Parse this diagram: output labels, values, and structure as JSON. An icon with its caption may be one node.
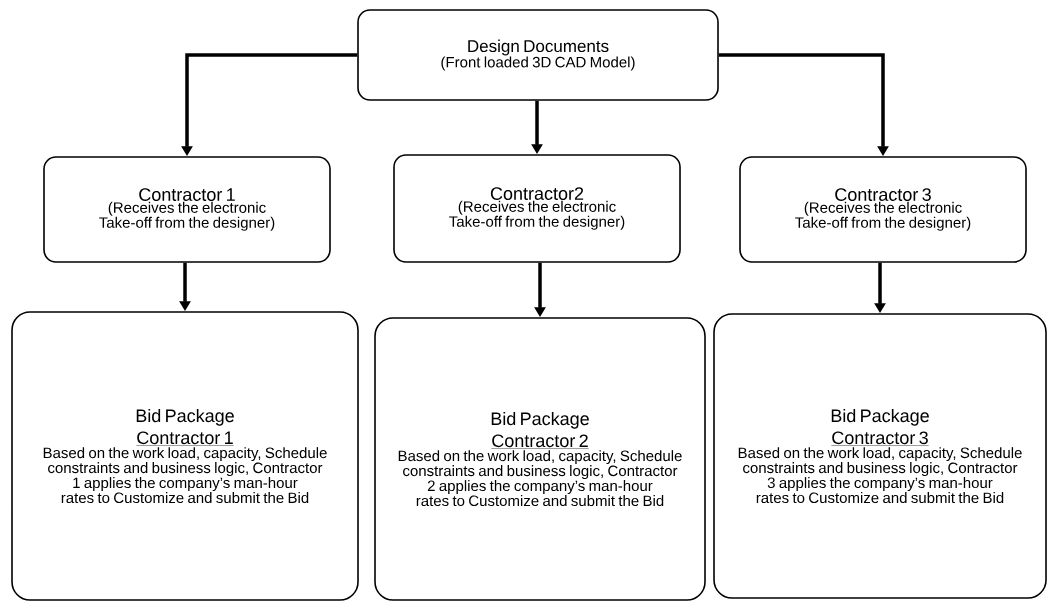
{
  "diagram": {
    "nodes": [
      {
        "text": [
          "Design Documents",
          "(Front loaded 3D CAD Model)"
        ]
      },
      {
        "text": [
          "Contractor 1",
          "(Receives the electronic Take-off from the designer)"
        ]
      },
      {
        "text": [
          "Contractor2",
          "(Receives the electronic Take-off from the designer)"
        ]
      },
      {
        "text": [
          "Contractor 3",
          "(Receives the electronic Take-off from the designer)"
        ]
      },
      {
        "text": [
          "Bid Package",
          "Contractor 1",
          "Based on the work load, capacity, Schedule constraints and business logic, Contractor 1 applies the company’s man-hour rates to Customize and submit the Bid"
        ]
      },
      {
        "text": [
          "Bid Package",
          "Contractor 2",
          "Based on the work load, capacity, Schedule constraints and business logic, Contractor 2 applies the company’s man-hour rates to Customize and submit the Bid"
        ]
      },
      {
        "text": [
          "Bid Package",
          "Contractor 3",
          "Based on the work load, capacity, Schedule constraints and business logic, Contractor 3 applies the company’s man-hour rates to Customize and submit the Bid"
        ]
      }
    ],
    "edges": [
      {
        "from": 0,
        "to": 1,
        "arrow": "to"
      },
      {
        "from": 0,
        "to": 2,
        "arrow": "to"
      },
      {
        "from": 0,
        "to": 3,
        "arrow": "to"
      },
      {
        "from": 1,
        "to": 4,
        "arrow": "to"
      },
      {
        "from": 2,
        "to": 5,
        "arrow": "to"
      },
      {
        "from": 3,
        "to": 6,
        "arrow": "to"
      }
    ]
  }
}
